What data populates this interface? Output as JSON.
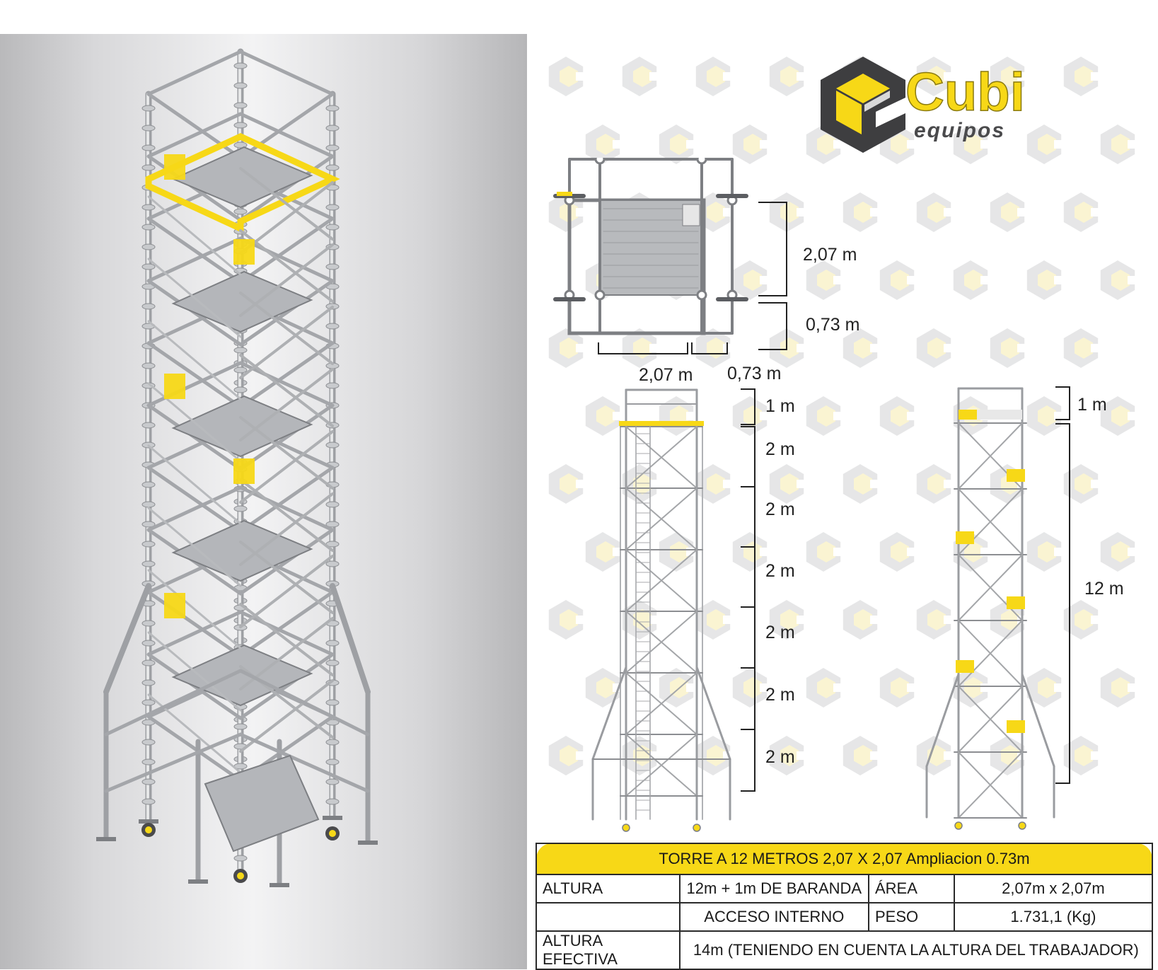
{
  "brand": {
    "name": "Cubi",
    "tagline": "equipos"
  },
  "colors": {
    "accent": "#f7d817",
    "steel": "#c7c9cc",
    "dark": "#3b3b3d",
    "line": "#222222"
  },
  "plan_view": {
    "dims": {
      "width_main": "2,07 m",
      "width_ext": "0,73 m",
      "depth_main": "2,07 m",
      "depth_ext": "0,73 m"
    }
  },
  "front_view": {
    "top": "1 m",
    "sections": [
      "2 m",
      "2 m",
      "2 m",
      "2 m",
      "2 m",
      "2 m"
    ]
  },
  "side_view": {
    "top": "1 m",
    "total": "12 m"
  },
  "table": {
    "title": "TORRE A 12 METROS 2,07 X 2,07   Ampliacion 0.73m",
    "rows": [
      {
        "label": "ALTURA",
        "value": "12m + 1m DE BARANDA",
        "label2": "ÁREA",
        "value2": "2,07m x 2,07m"
      },
      {
        "label": "",
        "value": "ACCESO INTERNO",
        "label2": "PESO",
        "value2": "1.731,1 (Kg)"
      }
    ],
    "last_row": {
      "label": "ALTURA EFECTIVA",
      "value": "14m (TENIENDO EN CUENTA LA ALTURA DEL TRABAJADOR)"
    }
  }
}
